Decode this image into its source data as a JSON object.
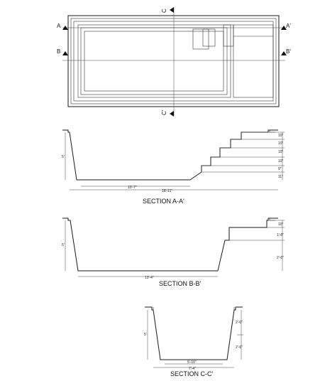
{
  "plan": {
    "markers": {
      "a_left": "A",
      "a_right": "A'",
      "b_left": "B",
      "b_right": "B'",
      "c_top": "C",
      "c_bottom": "C'"
    }
  },
  "section_aa": {
    "title": "SECTION A-A'",
    "depth_left": "5'",
    "dim_bottom_inner": "10'-7\"",
    "dim_bottom_total": "18'-11\"",
    "step_dims": [
      "10\"",
      "10\"",
      "10\"",
      "10\"",
      "9\"",
      "11\""
    ]
  },
  "section_bb": {
    "title": "SECTION B-B'",
    "depth_left": "5'",
    "dim_bottom": "13'-4\"",
    "step_dims": [
      "10\"",
      "1'-8\"",
      "2'-6\""
    ]
  },
  "section_cc": {
    "title": "SECTION C-C'",
    "depth_left": "5'",
    "dim_bottom_inner": "5'-10\"",
    "dim_bottom_total": "7'-4\"",
    "right_dims": [
      "2'-6\"",
      "2'-6\""
    ]
  }
}
